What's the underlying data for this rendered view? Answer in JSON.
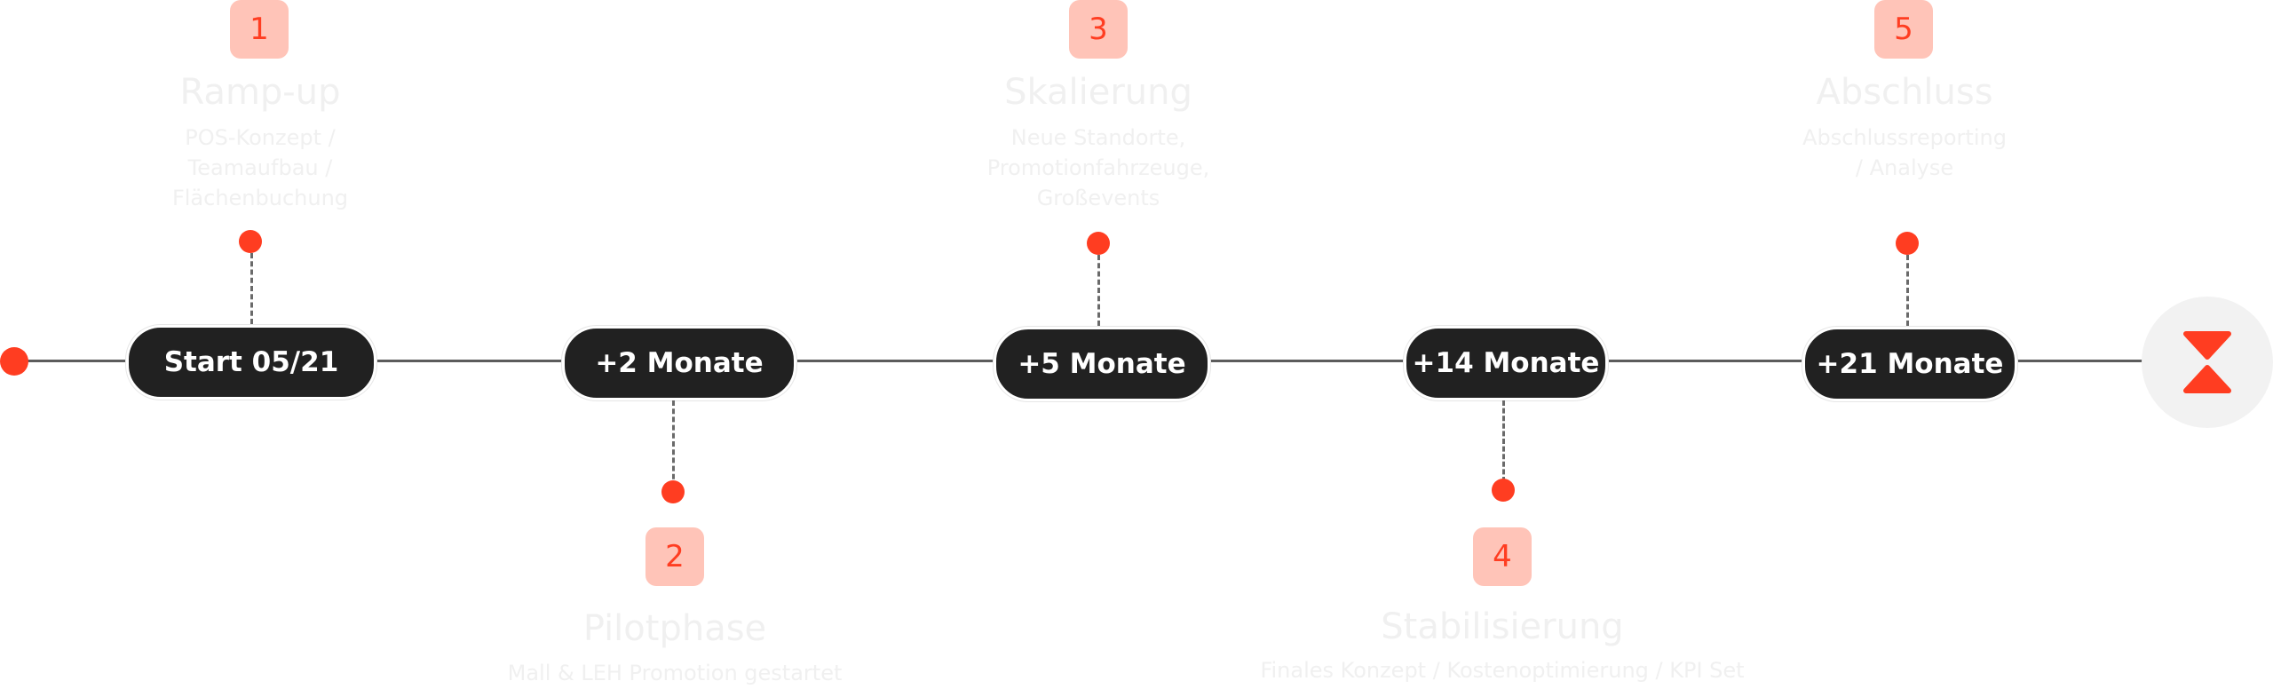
{
  "colors": {
    "accent": "#ff3d21",
    "badge_bg": "#ffc4b8",
    "pill_bg": "#212121",
    "line": "#5c5c5c",
    "faded_text": "#f0f0f0"
  },
  "milestones": [
    {
      "date": "Start 05/21",
      "number": "1",
      "title": "Ramp-up",
      "desc": [
        "POS-Konzept /",
        "Teamaufbau /",
        "Flächenbuchung"
      ]
    },
    {
      "date": "+2 Monate",
      "number": "2",
      "title": "Pilotphase",
      "desc": [
        "Mall & LEH Promotion gestartet"
      ]
    },
    {
      "date": "+5 Monate",
      "number": "3",
      "title": "Skalierung",
      "desc": [
        "Neue Standorte,",
        "Promotionfahrzeuge,",
        "Großevents"
      ]
    },
    {
      "date": "+14 Monate",
      "number": "4",
      "title": "Stabilisierung",
      "desc": [
        "Finales Konzept / Kostenoptimierung / KPI Set"
      ]
    },
    {
      "date": "+21 Monate",
      "number": "5",
      "title": "Abschluss",
      "desc": [
        "Abschlussreporting",
        "/ Analyse"
      ]
    }
  ],
  "end_icon": "hourglass-icon"
}
